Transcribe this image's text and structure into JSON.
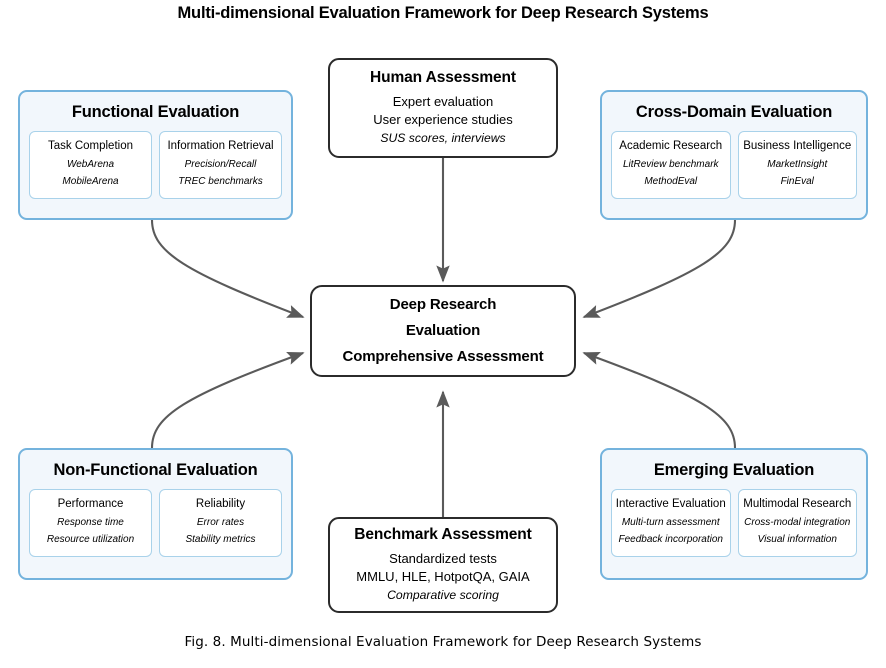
{
  "figure": {
    "title": "Multi-dimensional Evaluation Framework for Deep Research Systems",
    "caption": "Fig. 8.  Multi-dimensional Evaluation Framework for Deep Research Systems"
  },
  "colors": {
    "panel_border": "#74b3dd",
    "panel_fill": "#f2f7fc",
    "subbox_border": "#a9d2ea",
    "dark_border": "#2b2b2b",
    "arrow": "#5a5a5a"
  },
  "hub": {
    "lines": [
      "Deep Research",
      "Evaluation",
      "Comprehensive Assessment"
    ]
  },
  "top_center": {
    "title": "Human Assessment",
    "lines": [
      "Expert evaluation",
      "User experience studies"
    ],
    "italic_line": "SUS scores, interviews"
  },
  "bottom_center": {
    "title": "Benchmark Assessment",
    "lines": [
      "Standardized tests",
      "MMLU, HLE, HotpotQA, GAIA"
    ],
    "italic_line": "Comparative scoring"
  },
  "panels": [
    {
      "id": "functional-evaluation",
      "title": "Functional Evaluation",
      "subboxes": [
        {
          "title": "Task Completion",
          "items": [
            "WebArena",
            "MobileArena"
          ]
        },
        {
          "title": "Information Retrieval",
          "items": [
            "Precision/Recall",
            "TREC benchmarks"
          ]
        }
      ]
    },
    {
      "id": "cross-domain-evaluation",
      "title": "Cross-Domain Evaluation",
      "subboxes": [
        {
          "title": "Academic Research",
          "items": [
            "LitReview benchmark",
            "MethodEval"
          ]
        },
        {
          "title": "Business Intelligence",
          "items": [
            "MarketInsight",
            "FinEval"
          ]
        }
      ]
    },
    {
      "id": "non-functional-evaluation",
      "title": "Non-Functional Evaluation",
      "subboxes": [
        {
          "title": "Performance",
          "items": [
            "Response time",
            "Resource utilization"
          ]
        },
        {
          "title": "Reliability",
          "items": [
            "Error rates",
            "Stability metrics"
          ]
        }
      ]
    },
    {
      "id": "emerging-evaluation",
      "title": "Emerging Evaluation",
      "subboxes": [
        {
          "title": "Interactive Evaluation",
          "items": [
            "Multi-turn assessment",
            "Feedback incorporation"
          ]
        },
        {
          "title": "Multimodal Research",
          "items": [
            "Cross-modal integration",
            "Visual information"
          ]
        }
      ]
    }
  ],
  "connections": [
    {
      "from": "human-assessment",
      "to": "hub",
      "style": "straight-vertical"
    },
    {
      "from": "benchmark-assessment",
      "to": "hub",
      "style": "straight-vertical"
    },
    {
      "from": "functional-evaluation",
      "to": "hub",
      "style": "curved"
    },
    {
      "from": "non-functional-evaluation",
      "to": "hub",
      "style": "curved"
    },
    {
      "from": "cross-domain-evaluation",
      "to": "hub",
      "style": "curved"
    },
    {
      "from": "emerging-evaluation",
      "to": "hub",
      "style": "curved"
    }
  ]
}
